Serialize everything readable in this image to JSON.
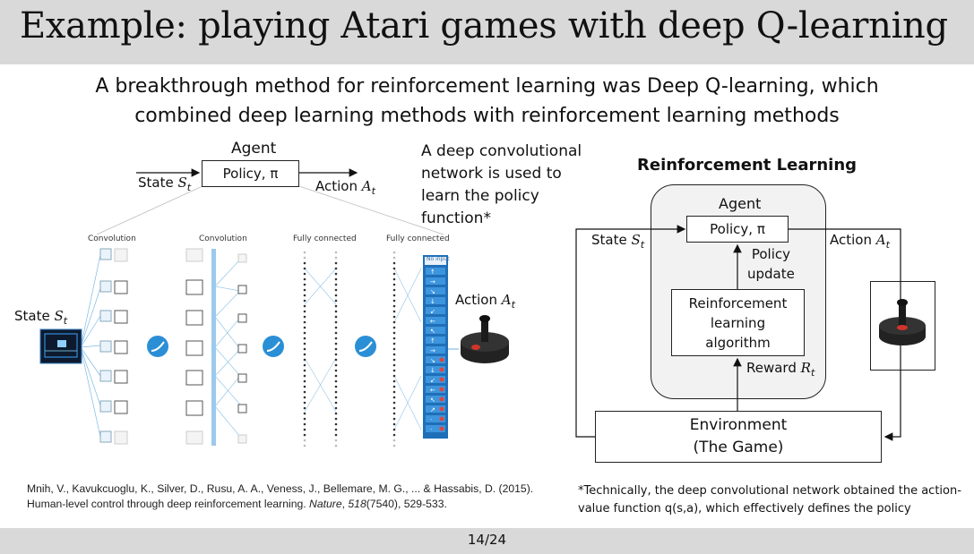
{
  "slide": {
    "title": "Example: playing Atari games with deep Q-learning",
    "subtitle_line1": "A breakthrough method for reinforcement learning was Deep Q-learning, which",
    "subtitle_line2": "combined deep learning methods with reinforcement learning methods",
    "page_number": "14/24"
  },
  "left_diagram": {
    "agent_label": "Agent",
    "policy_label": "Policy, π",
    "state_label": "State ",
    "state_symbol": "S",
    "state_sub": "t",
    "action_label": "Action ",
    "action_symbol": "A",
    "action_sub": "t",
    "network_note": "A deep convolutional network is used to learn the policy function*",
    "layer_labels": [
      "Convolution",
      "Convolution",
      "Fully connected",
      "Fully connected"
    ],
    "no_input_label": "No input"
  },
  "right_diagram": {
    "heading": "Reinforcement Learning",
    "agent_label": "Agent",
    "policy_label": "Policy, π",
    "policy_update_line1": "Policy",
    "policy_update_line2": "update",
    "algo_line1": "Reinforcement",
    "algo_line2": "learning",
    "algo_line3": "algorithm",
    "reward_label": "Reward ",
    "reward_symbol": "R",
    "reward_sub": "t",
    "state_label": "State ",
    "state_symbol": "S",
    "state_sub": "t",
    "action_label": "Action ",
    "action_symbol": "A",
    "action_sub": "t",
    "env_line1": "Environment",
    "env_line2": "(The Game)"
  },
  "citation": {
    "pre": "Mnih, V., Kavukcuoglu, K., Silver, D., Rusu, A. A., Veness, J., Bellemare, M. G., ... & Hassabis, D. (2015). Human-level control through deep reinforcement learning. ",
    "journal": "Nature",
    "volume": "518",
    "post": "(7540), 529-533."
  },
  "footnote": "*Technically, the deep convolutional network obtained the action-value function q(s,a), which effectively defines the policy",
  "colors": {
    "title_bg": "#d9d9d9",
    "net_blue": "#2b8fd6",
    "joystick_red": "#d0342c"
  }
}
